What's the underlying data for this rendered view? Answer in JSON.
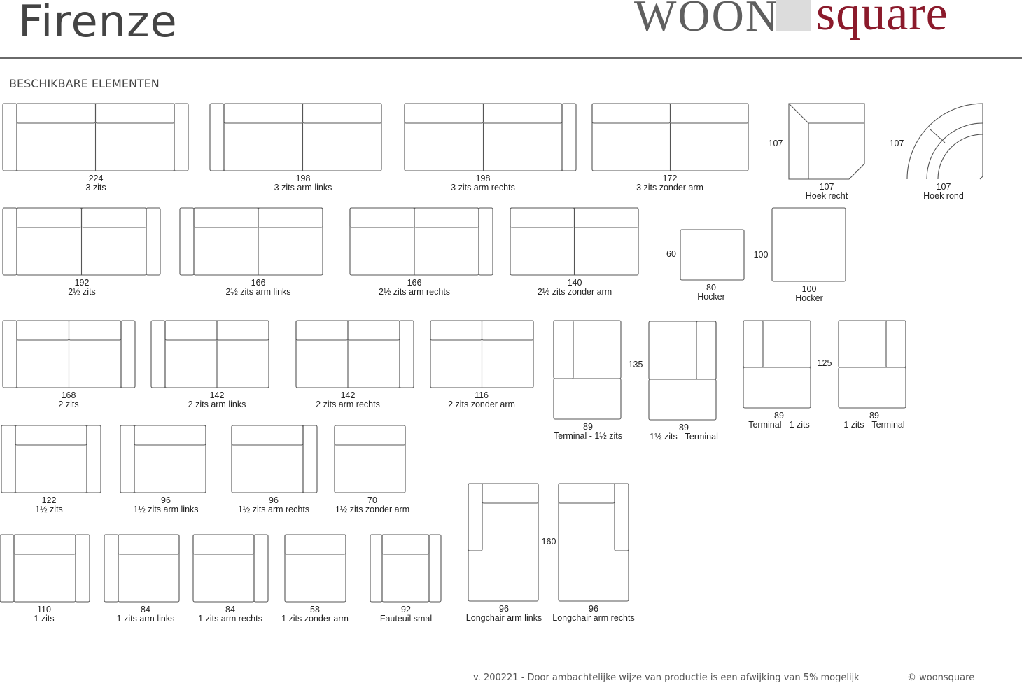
{
  "header": {
    "title": "Firenze",
    "logo_left": "WOON",
    "logo_right": "square"
  },
  "section_title": "BESCHIKBARE ELEMENTEN",
  "footer": {
    "note": "v. 200221 - Door ambachtelijke wijze van productie is een afwijking van 5% mogelijk",
    "copyright": "© woonsquare"
  },
  "colors": {
    "brand": "#8b1a2b",
    "logo_grey": "#5f5f5f",
    "line": "#555555",
    "rule": "#6a6a6a"
  },
  "elements": [
    {
      "dim": "224",
      "name": "3 zits"
    },
    {
      "dim": "198",
      "name": "3 zits arm links"
    },
    {
      "dim": "198",
      "name": "3 zits arm rechts"
    },
    {
      "dim": "172",
      "name": "3 zits zonder arm"
    },
    {
      "dim": "107",
      "name": "Hoek recht",
      "depth": "107"
    },
    {
      "dim": "107",
      "name": "Hoek rond",
      "depth": "107"
    },
    {
      "dim": "192",
      "name": "2½ zits"
    },
    {
      "dim": "166",
      "name": "2½ zits arm links"
    },
    {
      "dim": "166",
      "name": "2½ zits arm rechts"
    },
    {
      "dim": "140",
      "name": "2½ zits zonder arm"
    },
    {
      "dim": "80",
      "name": "Hocker",
      "depth": "60"
    },
    {
      "dim": "100",
      "name": "Hocker",
      "depth": "100"
    },
    {
      "dim": "168",
      "name": "2 zits"
    },
    {
      "dim": "142",
      "name": "2 zits arm links"
    },
    {
      "dim": "142",
      "name": "2 zits arm rechts"
    },
    {
      "dim": "116",
      "name": "2 zits zonder arm"
    },
    {
      "dim": "89",
      "name": "Terminal - 1½ zits",
      "depth": "135"
    },
    {
      "dim": "89",
      "name": "1½ zits - Terminal"
    },
    {
      "dim": "89",
      "name": "Terminal - 1 zits",
      "depth": "125"
    },
    {
      "dim": "89",
      "name": "1 zits - Terminal"
    },
    {
      "dim": "122",
      "name": "1½ zits"
    },
    {
      "dim": "96",
      "name": "1½ zits arm links"
    },
    {
      "dim": "96",
      "name": "1½ zits arm rechts"
    },
    {
      "dim": "70",
      "name": "1½ zits zonder arm"
    },
    {
      "dim": "96",
      "name": "Longchair arm links",
      "depth": "160"
    },
    {
      "dim": "96",
      "name": "Longchair arm rechts"
    },
    {
      "dim": "110",
      "name": "1 zits"
    },
    {
      "dim": "84",
      "name": "1 zits arm links"
    },
    {
      "dim": "84",
      "name": "1 zits arm rechts"
    },
    {
      "dim": "58",
      "name": "1 zits zonder arm"
    },
    {
      "dim": "92",
      "name": "Fauteuil smal"
    }
  ]
}
